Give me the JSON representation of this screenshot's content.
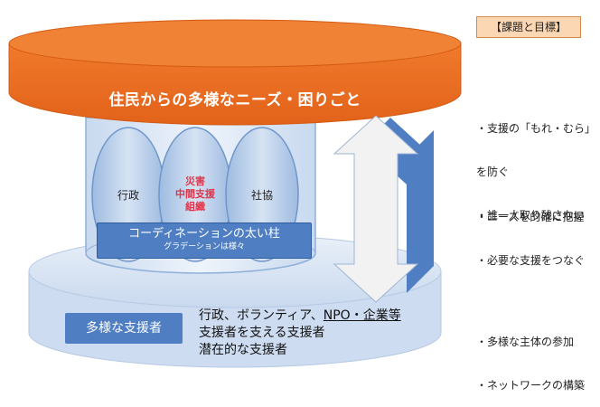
{
  "top_disk": {
    "text": "住民からの多様なニーズ・困りごと"
  },
  "ovals": {
    "left": "行政",
    "center_lines": [
      "災害",
      "中間支援",
      "組織"
    ],
    "right": "社協"
  },
  "pillar": {
    "title": "コーディネーションの太い柱",
    "subtitle": "グラデーションは様々"
  },
  "base": {
    "label": "多様な支援者",
    "lines": [
      {
        "prefix": "行政、ボランティア、",
        "underlined": "NPO・企業等"
      },
      {
        "text": "支援者を支える支援者"
      },
      {
        "text": "潜在的な支援者"
      }
    ]
  },
  "goals": {
    "header": "【課題と目標】",
    "groups": [
      [
        "・支援の「もれ・むら」",
        "を防ぐ",
        "・誰一人取り残さない"
      ],
      [
        "・ニーズを的確に把握",
        "・必要な支援をつなぐ"
      ],
      [
        "・多様な主体の参加",
        "・ネットワークの構築"
      ]
    ]
  },
  "colors": {
    "top_disk": "#ee6d21",
    "top_disk_edge": "#d45a12",
    "cylinder": "#dbe7f5",
    "oval": "#b9cfe9",
    "box": "#4f7fc2",
    "arrow_front": "#f2f2f2",
    "arrow_side": "#4f7fc2"
  }
}
